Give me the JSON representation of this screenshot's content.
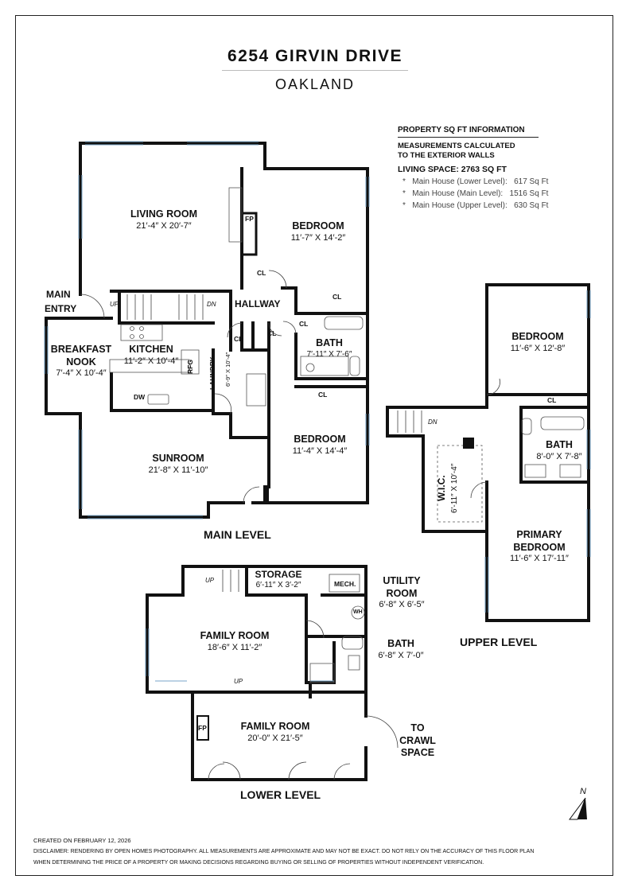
{
  "header": {
    "title": "6254 GIRVIN DRIVE",
    "subtitle": "OAKLAND"
  },
  "info": {
    "heading": "PROPERTY SQ FT INFORMATION",
    "note_line1": "MEASUREMENTS CALCULATED",
    "note_line2": "TO THE EXTERIOR WALLS",
    "living_space": "LIVING SPACE: 2763 SQ FT",
    "items": [
      {
        "label": "Main House (Lower Level):",
        "value": "617 Sq Ft"
      },
      {
        "label": "Main House (Main Level):",
        "value": "1516 Sq Ft"
      },
      {
        "label": "Main House (Upper Level):",
        "value": "630 Sq Ft"
      }
    ],
    "bullet": "*"
  },
  "main_level": {
    "label": "MAIN LEVEL",
    "rooms": {
      "living": {
        "name": "LIVING ROOM",
        "dims": "21′-4″ X 20′-7″"
      },
      "bedroom1": {
        "name": "BEDROOM",
        "dims": "11′-7″ X 14′-2″"
      },
      "kitchen": {
        "name": "KITCHEN",
        "dims": "11′-2″ X 10′-4″"
      },
      "breakfast": {
        "name1": "BREAKFAST",
        "name2": "NOOK",
        "dims": "7′-4″ X 10′-4″"
      },
      "bath": {
        "name": "BATH",
        "dims": "7′-11″ X 7′-6″"
      },
      "bedroom2": {
        "name": "BEDROOM",
        "dims": "11′-4″ X 14′-4″"
      },
      "sunroom": {
        "name": "SUNROOM",
        "dims": "21′-8″ X 11′-10″"
      },
      "laundry": {
        "name": "LAUNDRY",
        "dims": "6′-9″ X 10′-4″"
      }
    },
    "labels": {
      "main_entry1": "MAIN",
      "main_entry2": "ENTRY",
      "hallway": "HALLWAY",
      "fp": "FP",
      "cl": "CL",
      "up": "UP",
      "dn": "DN",
      "rfg": "RFG",
      "dw": "DW"
    }
  },
  "upper_level": {
    "label": "UPPER LEVEL",
    "rooms": {
      "bedroom": {
        "name": "BEDROOM",
        "dims": "11′-6″ X 12′-8″"
      },
      "bath": {
        "name": "BATH",
        "dims": "8′-0″ X 7′-8″"
      },
      "wic": {
        "name": "W.I.C.",
        "dims": "6′-11″ X 10′-4″"
      },
      "primary": {
        "name1": "PRIMARY",
        "name2": "BEDROOM",
        "dims": "11′-6″ X 17′-11″"
      }
    },
    "labels": {
      "cl": "CL",
      "dn": "DN"
    }
  },
  "lower_level": {
    "label": "LOWER LEVEL",
    "rooms": {
      "storage": {
        "name": "STORAGE",
        "dims": "6′-11″ X 3′-2″"
      },
      "utility": {
        "name1": "UTILITY",
        "name2": "ROOM",
        "dims": "6′-8″ X 6′-5″"
      },
      "family1": {
        "name": "FAMILY ROOM",
        "dims": "18′-6″ X 11′-2″"
      },
      "bath": {
        "name": "BATH",
        "dims": "6′-8″ X 7′-0″"
      },
      "family2": {
        "name": "FAMILY ROOM",
        "dims": "20′-0″ X 21′-5″"
      }
    },
    "labels": {
      "mech": "MECH.",
      "wh": "WH",
      "up": "UP",
      "fp": "FP",
      "crawl1": "TO",
      "crawl2": "CRAWL",
      "crawl3": "SPACE"
    }
  },
  "compass": {
    "label": "N"
  },
  "footer": {
    "created": "CREATED ON FEBRUARY 12, 2026",
    "disclaimer1": "DISCLAIMER: RENDERING BY OPEN HOMES PHOTOGRAPHY. ALL MEASUREMENTS ARE APPROXIMATE AND MAY NOT BE EXACT. DO NOT RELY ON THE ACCURACY OF THIS FLOOR PLAN",
    "disclaimer2": "WHEN DETERMINING THE PRICE OF A PROPERTY OR MAKING DECISIONS REGARDING BUYING OR SELLING OF PROPERTIES WITHOUT INDEPENDENT VERIFICATION."
  }
}
